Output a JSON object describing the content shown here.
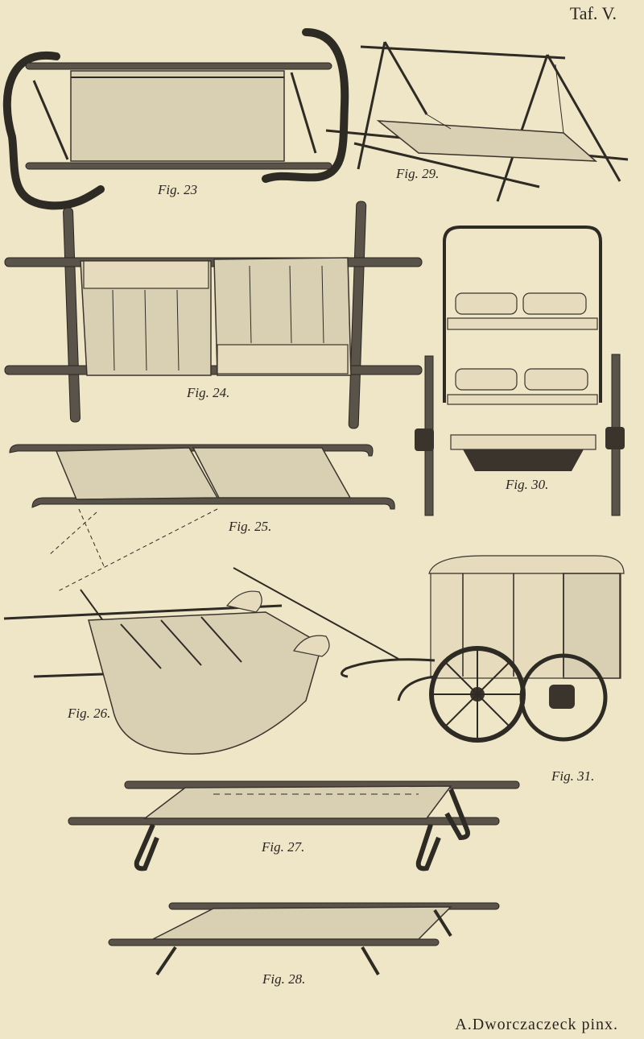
{
  "plate": {
    "title": "Taf. V.",
    "credit": "A.Dworczaczeck pinx.",
    "background": "#efe6c8",
    "ink_color": "#2e2a24"
  },
  "figures": [
    {
      "id": "fig-23",
      "label": "Fig. 23",
      "subject": "stretcher with shoulder strap"
    },
    {
      "id": "fig-24",
      "label": "Fig. 24.",
      "subject": "improvised pole stretcher with canvas"
    },
    {
      "id": "fig-25",
      "label": "Fig. 25.",
      "subject": "folding canvas stretcher"
    },
    {
      "id": "fig-26",
      "label": "Fig. 26.",
      "subject": "stretcher with hanging canvas"
    },
    {
      "id": "fig-27",
      "label": "Fig. 27.",
      "subject": "stretcher with carrying loops"
    },
    {
      "id": "fig-28",
      "label": "Fig. 28.",
      "subject": "stretcher on folding legs"
    },
    {
      "id": "fig-29",
      "label": "Fig. 29.",
      "subject": "suspended stretcher frame"
    },
    {
      "id": "fig-30",
      "label": "Fig. 30.",
      "subject": "two-wheeled ambulance cart, front view"
    },
    {
      "id": "fig-31",
      "label": "Fig. 31.",
      "subject": "covered ambulance cart, side view"
    }
  ]
}
